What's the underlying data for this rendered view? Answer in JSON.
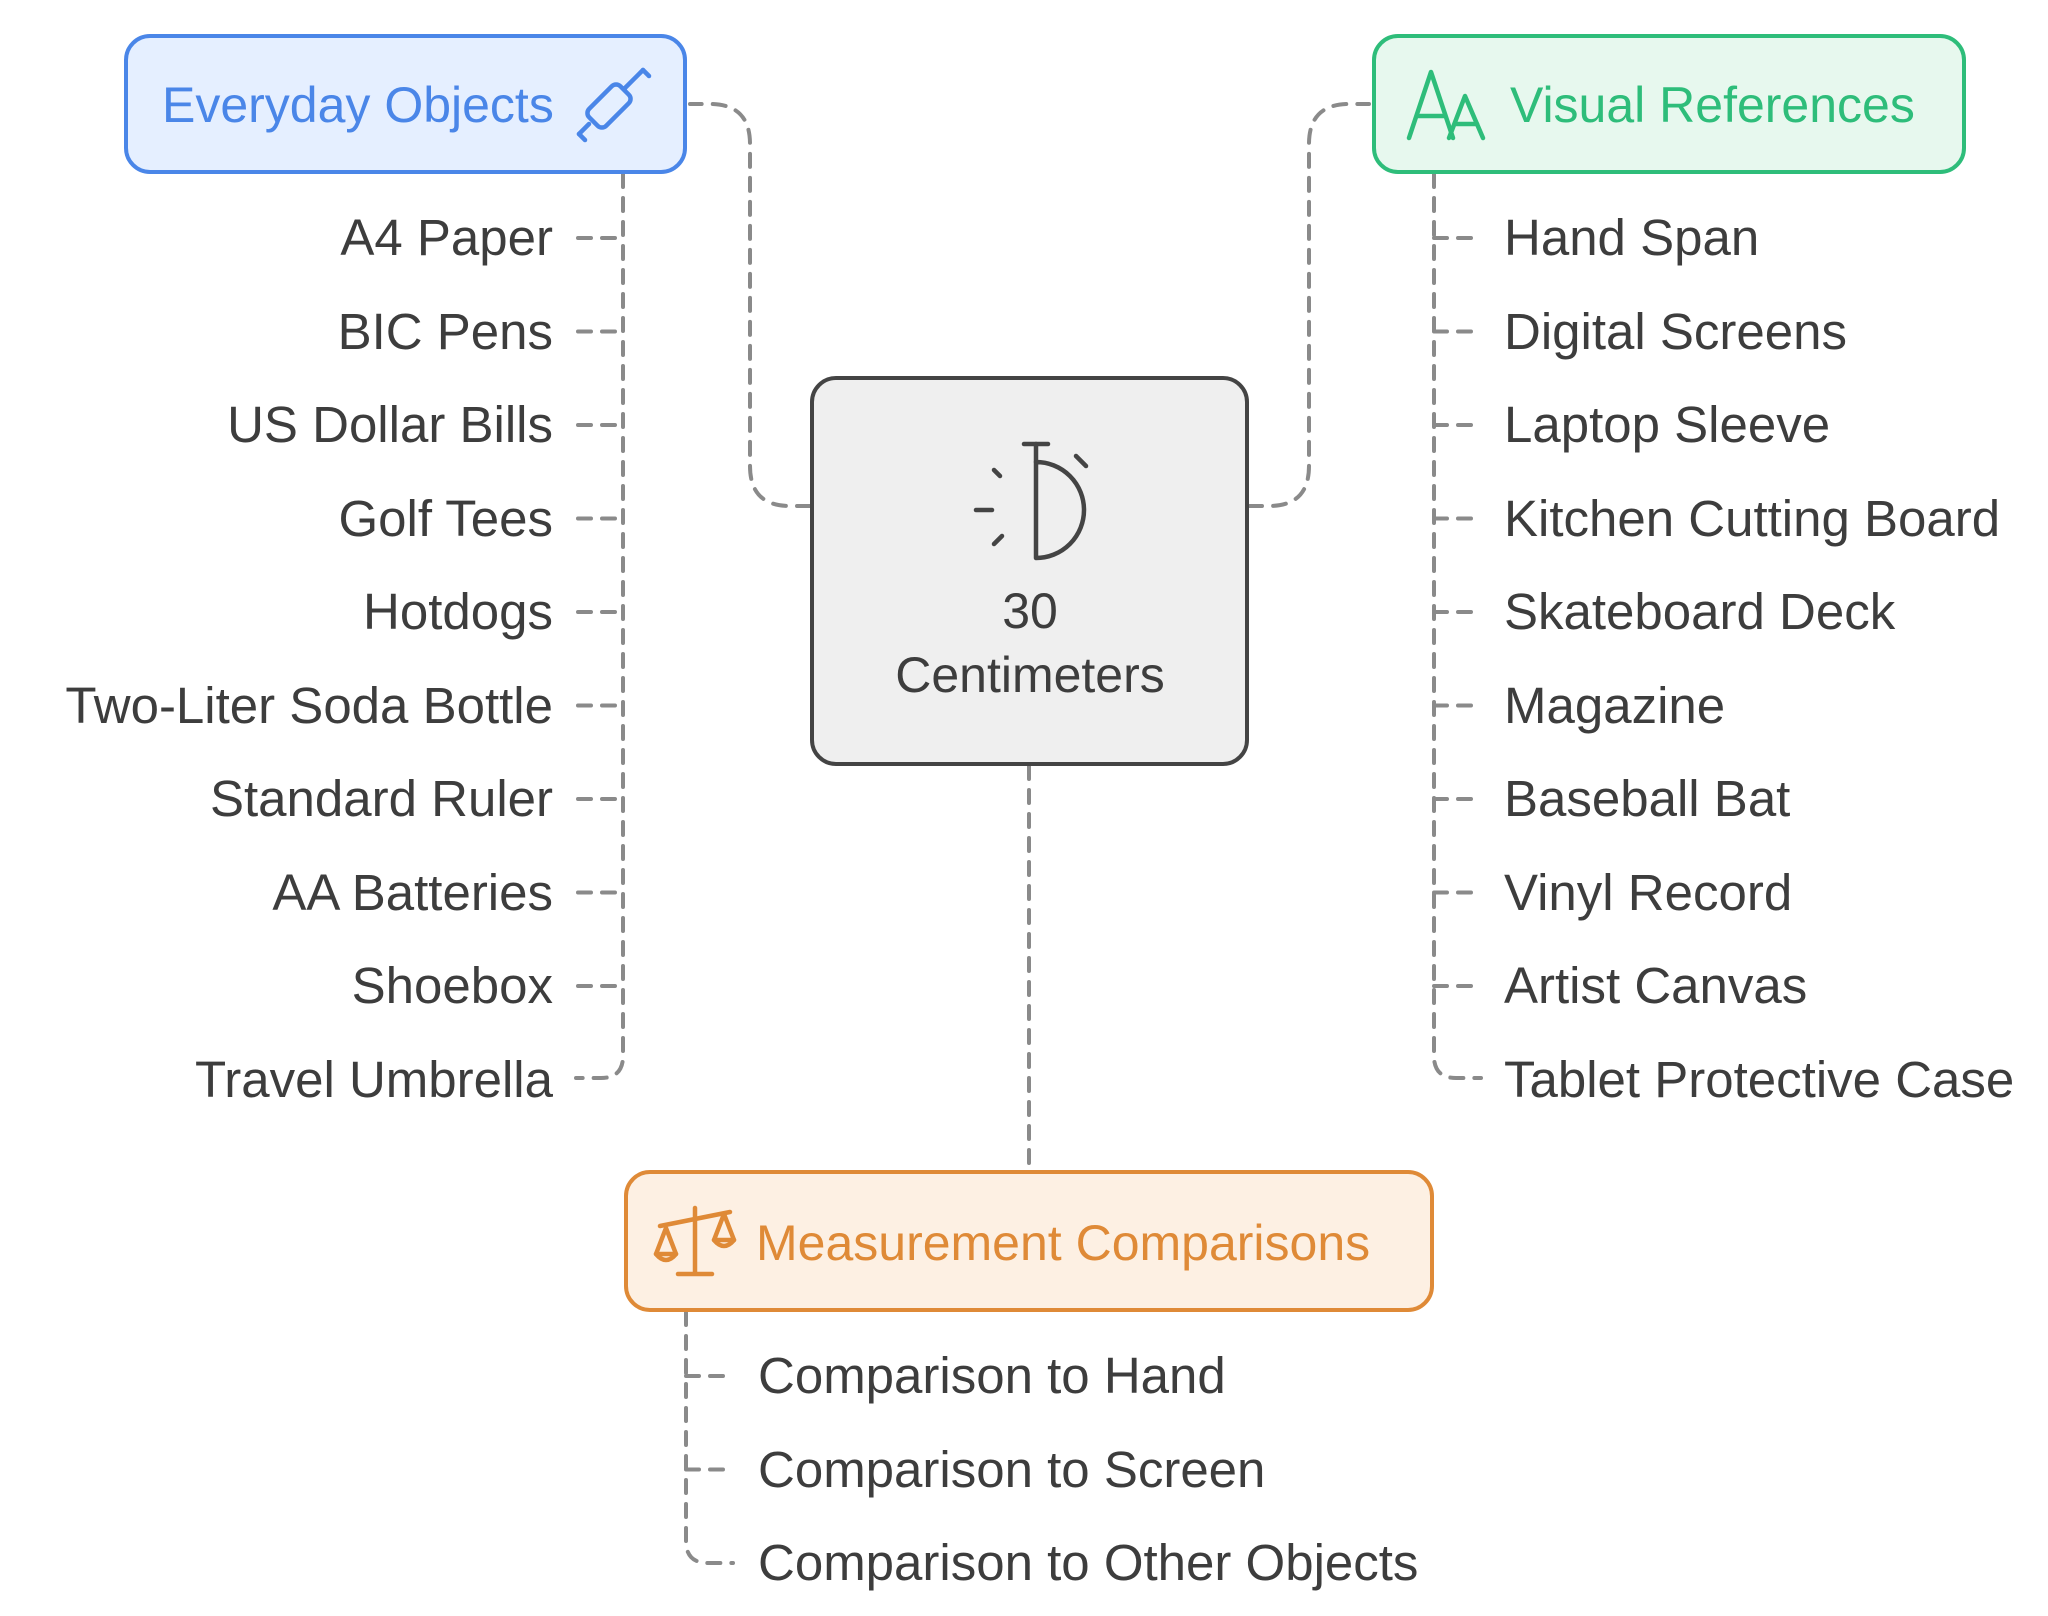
{
  "center": {
    "value": "30",
    "unit": "Centimeters",
    "icon": "timer-icon"
  },
  "branches": {
    "everyday": {
      "title": "Everyday Objects",
      "icon": "rolling-pin-icon",
      "color": "#4a86e8",
      "fill": "#e5efff",
      "items": [
        "A4 Paper",
        "BIC Pens",
        "US Dollar Bills",
        "Golf Tees",
        "Hotdogs",
        "Two-Liter Soda Bottle",
        "Standard Ruler",
        "AA Batteries",
        "Shoebox",
        "Travel Umbrella"
      ]
    },
    "visual": {
      "title": "Visual References",
      "icon": "font-size-icon",
      "color": "#2ebd7a",
      "fill": "#e7f8ee",
      "items": [
        "Hand Span",
        "Digital Screens",
        "Laptop Sleeve",
        "Kitchen Cutting Board",
        "Skateboard Deck",
        "Magazine",
        "Baseball Bat",
        "Vinyl Record",
        "Artist Canvas",
        "Tablet Protective Case"
      ]
    },
    "comparisons": {
      "title": "Measurement Comparisons",
      "icon": "balance-scale-icon",
      "color": "#df8a37",
      "fill": "#fdf0e3",
      "items": [
        "Comparison to Hand",
        "Comparison to Screen",
        "Comparison to Other Objects"
      ]
    }
  },
  "colors": {
    "connector": "#8a8a8a",
    "text": "#3d3d3d",
    "center_fill": "#efefef",
    "center_stroke": "#444444"
  }
}
